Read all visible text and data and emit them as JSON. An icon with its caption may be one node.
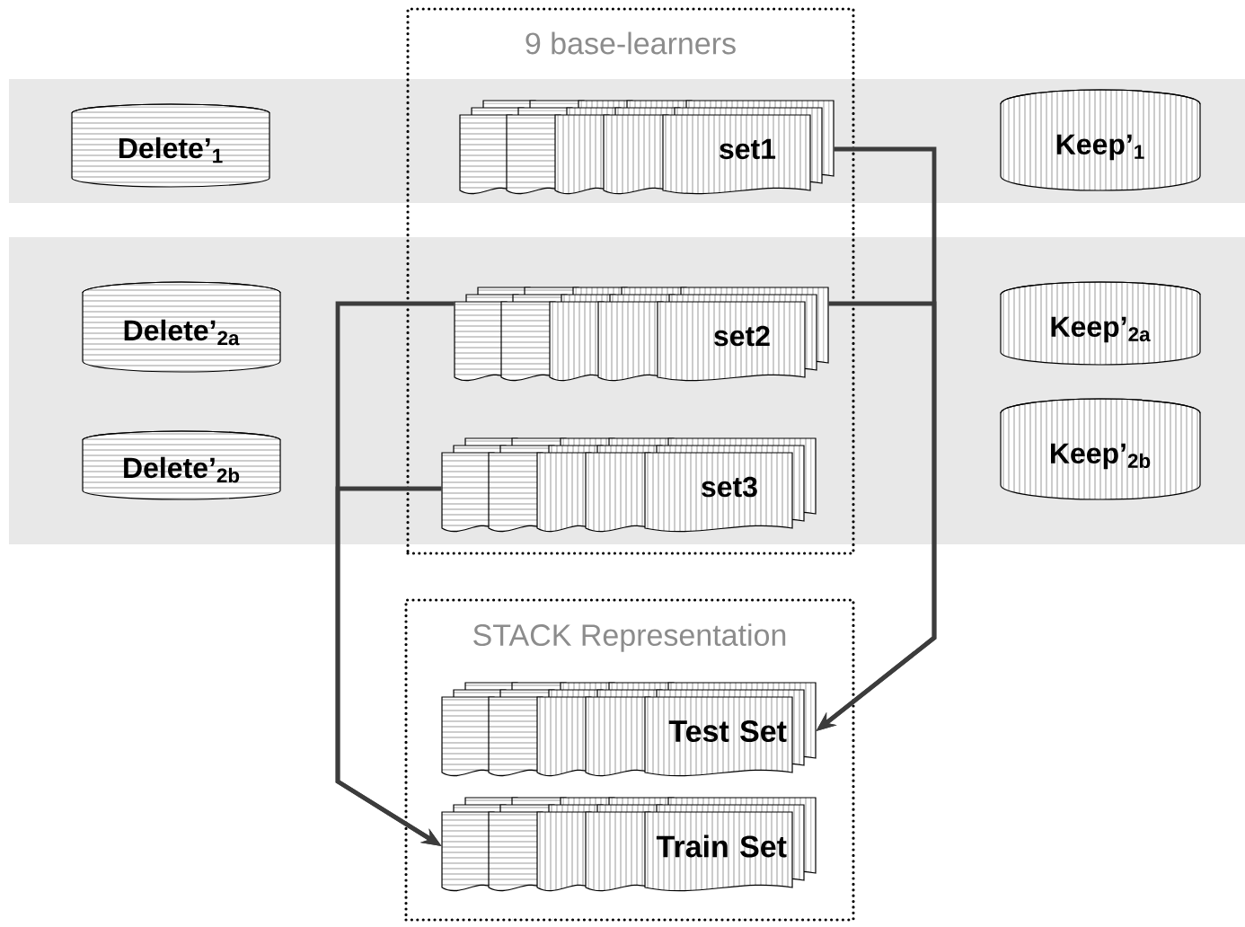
{
  "diagram": {
    "nodes": [
      {
        "text": [
          "9 base-learners"
        ]
      },
      {
        "text": [
          "set1"
        ],
        "in": 0
      },
      {
        "text": [
          "set2"
        ],
        "in": 0
      },
      {
        "text": [
          "set3"
        ],
        "in": 0
      },
      {
        "text": [
          "STACK Representation"
        ]
      },
      {
        "text": [
          "Test Set"
        ],
        "in": 4
      },
      {
        "text": [
          "Train Set"
        ],
        "in": 4
      },
      {
        "text": [
          "Delete’$_{1}$"
        ]
      },
      {
        "text": [
          "Delete’$_{2a}$"
        ]
      },
      {
        "text": [
          "Delete’$_{2b}$"
        ]
      },
      {
        "text": [
          "Keep’$_{1}$"
        ]
      },
      {
        "text": [
          "Keep’$_{2a}$"
        ]
      },
      {
        "text": [
          "Keep’$_{2b}$"
        ]
      }
    ],
    "edges": [
      {
        "from": 1,
        "to": 5,
        "arrow": "to"
      },
      {
        "from": 2,
        "to": 5,
        "arrow": "to"
      },
      {
        "from": 2,
        "to": 6,
        "arrow": "to"
      },
      {
        "from": 3,
        "to": 6,
        "arrow": "to"
      }
    ]
  }
}
